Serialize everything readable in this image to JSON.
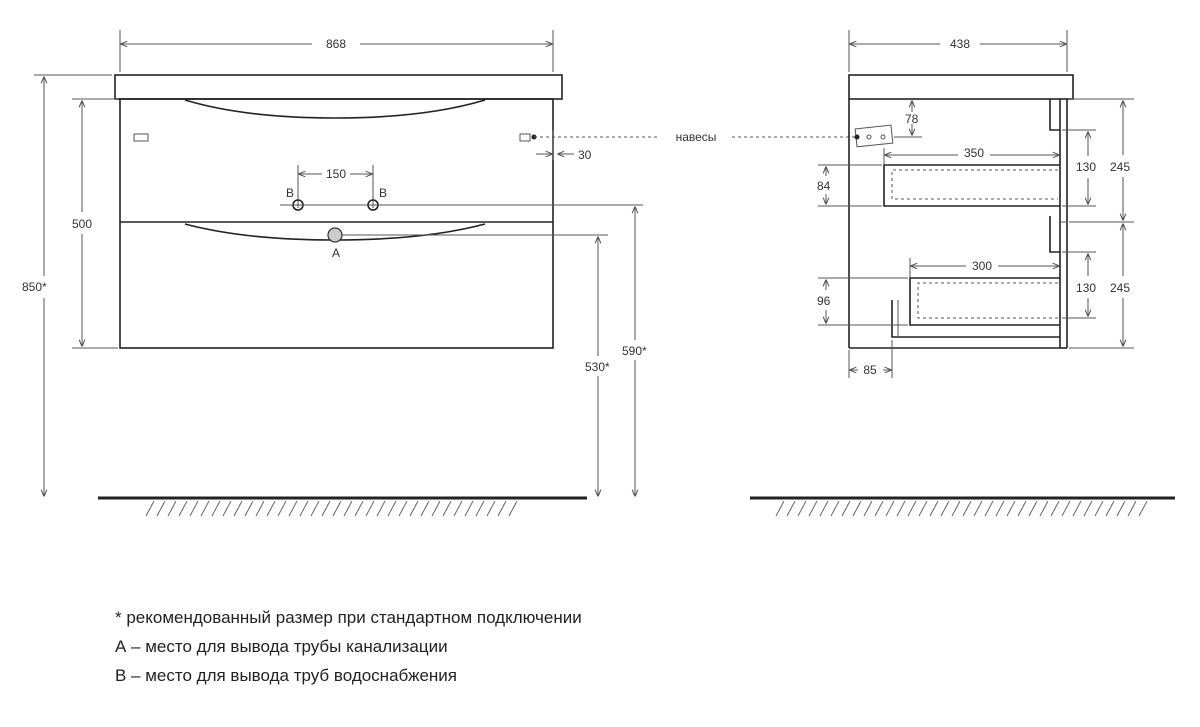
{
  "front_view": {
    "width_label": "868",
    "height_label": "500",
    "total_height_label": "850*",
    "hinge_offset_label": "30",
    "pipe_spacing_label": "150",
    "pipe_b_left_label": "B",
    "pipe_b_right_label": "B",
    "drain_label": "A",
    "drain_height_label": "530*",
    "water_height_label": "590*"
  },
  "hinges_label": "навесы",
  "side_view": {
    "depth_label": "438",
    "hinge_height_label": "78",
    "top_drawer_depth_label": "350",
    "top_drawer_side_label": "84",
    "top_drawer_height_label": "130",
    "top_section_label": "245",
    "bottom_drawer_depth_label": "300",
    "bottom_drawer_side_label": "96",
    "bottom_drawer_height_label": "130",
    "bottom_section_label": "245",
    "back_offset_label": "85"
  },
  "notes": [
    "* рекомендованный размер при стандартном подключении",
    "А – место для вывода трубы канализации",
    "В – место для вывода труб водоснабжения"
  ]
}
